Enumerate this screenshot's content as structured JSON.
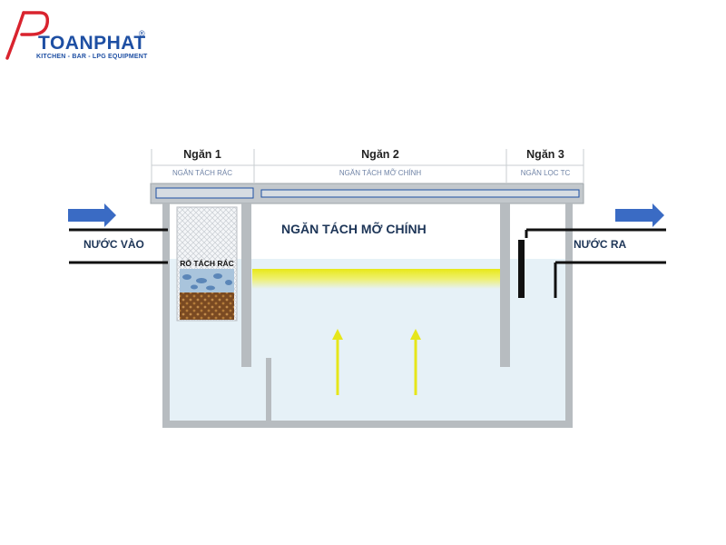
{
  "logo": {
    "brand": "TOANPHAT",
    "registered": "®",
    "tagline": "KITCHEN - BAR - LPG EQUIPMENT",
    "brand_color": "#1e4fa3",
    "accent_color": "#d9232e"
  },
  "compartments": [
    {
      "title": "Ngăn 1",
      "subtitle": "NGĂN TÁCH RÁC"
    },
    {
      "title": "Ngăn 2",
      "subtitle": "NGĂN TÁCH MỠ CHÍNH"
    },
    {
      "title": "Ngăn 3",
      "subtitle": "NGĂN LỌC TC"
    }
  ],
  "labels": {
    "inlet": "NƯỚC VÀO",
    "outlet": "NƯỚC RA",
    "main_chamber": "NGĂN TÁCH MỠ CHÍNH",
    "trash_basket": "RỔ TÁCH RÁC"
  },
  "colors": {
    "tank_wall": "#b7bcc0",
    "water": "#e6f1f7",
    "grease_layer": "#e8e817",
    "arrow_flow": "#3a6bc4",
    "up_arrow": "#e6e61a",
    "pipe": "#111111"
  },
  "icons": {
    "inlet_arrow": "arrow-right-icon",
    "outlet_arrow": "arrow-right-icon",
    "rise_arrow": "arrow-up-icon"
  }
}
